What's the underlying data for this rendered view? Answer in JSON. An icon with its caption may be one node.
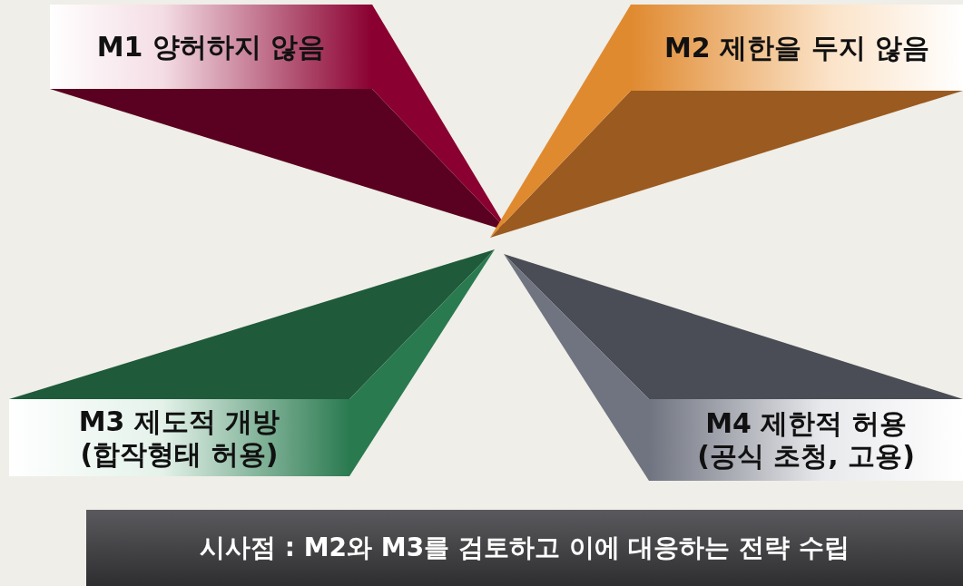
{
  "diagram": {
    "nodes": [
      {
        "text": [
          "M1 양허하지 않음"
        ]
      },
      {
        "text": [
          "M2 제한을 두지 않음"
        ]
      },
      {
        "text": [
          "M3 제도적 개방",
          "(합작형태 허용)"
        ]
      },
      {
        "text": [
          "M4 제한적 허용",
          "(공식 초청, 고용)"
        ]
      },
      {
        "text": [
          "시사점 : M2와 M3를 검토하고 이에 대응하는 전략 수립"
        ]
      }
    ]
  }
}
